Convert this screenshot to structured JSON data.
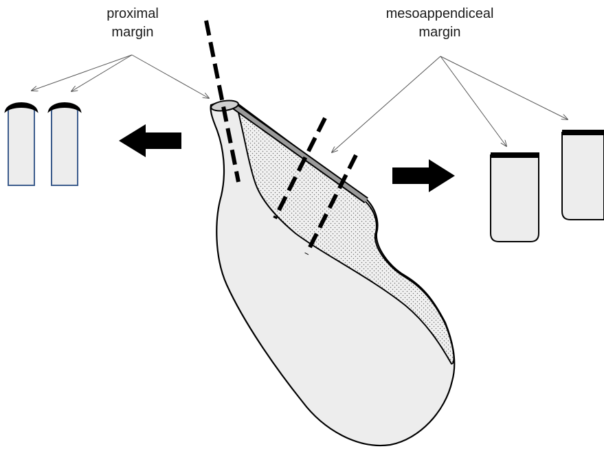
{
  "labels": {
    "proximal": {
      "line1": "proximal",
      "line2": "margin"
    },
    "mesoappendiceal": {
      "line1": "mesoappendiceal",
      "line2": "margin"
    }
  },
  "colors": {
    "fill": "#ededed",
    "stroke": "#000000",
    "section_border_blue": "#3b5b8c",
    "mesentery_bar": "#9a9a9a",
    "pointer_line": "#555555"
  }
}
